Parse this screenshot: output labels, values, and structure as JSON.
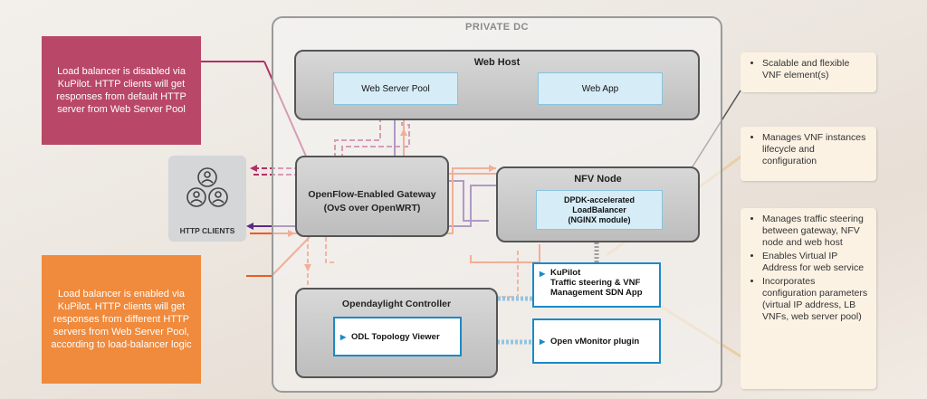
{
  "private_dc": {
    "label": "PRIVATE DC"
  },
  "web_host": {
    "title": "Web Host",
    "server_pool": "Web Server Pool",
    "web_app": "Web App"
  },
  "gateway": {
    "line1": "OpenFlow-Enabled Gateway",
    "line2": "(OvS over OpenWRT)"
  },
  "nfv_node": {
    "title": "NFV Node",
    "lb_line1": "DPDK-accelerated",
    "lb_line2": "LoadBalancer",
    "lb_line3": "(NGINX module)"
  },
  "kupilot": {
    "line1": "KuPilot",
    "line2": "Traffic steering & VNF",
    "line3": "Management SDN App"
  },
  "odl": {
    "title": "Opendaylight Controller",
    "viewer": "ODL Topology Viewer"
  },
  "vmonitor": {
    "label": "Open vMonitor plugin"
  },
  "http_clients": {
    "label": "HTTP CLIENTS"
  },
  "callout_disabled": "Load balancer is disabled via KuPilot. HTTP clients will get responses from default HTTP server from Web Server Pool",
  "callout_enabled": "Load balancer is enabled via KuPilot. HTTP clients will get responses from different HTTP servers from Web Server Pool, according to load-balancer logic",
  "notes": {
    "note1": [
      "Scalable and flexible VNF element(s)"
    ],
    "note2": [
      "Manages VNF instances lifecycle and configuration"
    ],
    "note3": [
      "Manages traffic steering between gateway, NFV node and web host",
      "Enables Virtual IP Address for web service",
      "Incorporates configuration parameters (virtual IP address, LB VNFs, web server pool)"
    ]
  },
  "colors": {
    "disabled_path": "#b0306a",
    "enabled_path": "#ee5a24",
    "purple_path": "#5a2a86",
    "callout_pink": "#b84768",
    "callout_orange": "#f08a3c",
    "accent_blue": "#1a8ac9"
  }
}
